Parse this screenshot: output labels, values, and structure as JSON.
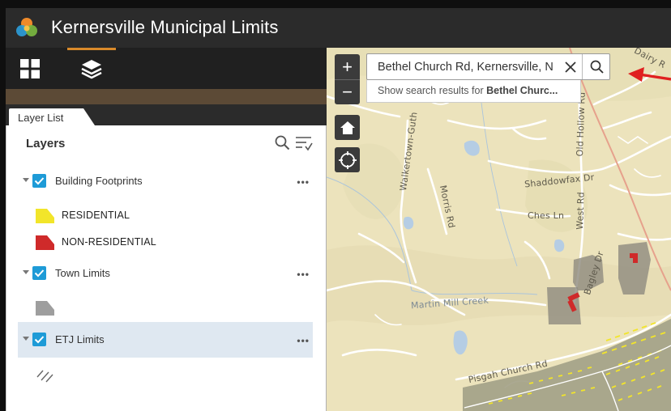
{
  "header": {
    "title": "Kernersville Municipal Limits"
  },
  "panel": {
    "tab_label": "Layer List",
    "heading": "Layers"
  },
  "layers": [
    {
      "label": "Building Footprints",
      "checked": true
    },
    {
      "label": "Town Limits",
      "checked": true
    },
    {
      "label": "ETJ Limits",
      "checked": true,
      "selected": true
    }
  ],
  "legend": {
    "residential": {
      "label": "RESIDENTIAL",
      "color": "#f2e52a"
    },
    "non_residential": {
      "label": "NON-RESIDENTIAL",
      "color": "#cf2a2a"
    },
    "town_limits_color": "#9e9e9e"
  },
  "search": {
    "value": "Bethel Church Rd, Kernersville, N",
    "suggestion_prefix": "Show search results for ",
    "suggestion_term": "Bethel Churc..."
  },
  "map": {
    "zoom_in": "+",
    "zoom_out": "−",
    "labels": {
      "dairy": "Dairy R",
      "walkertown": "Walkertown-Guth",
      "old_hollow": "Old Hollow Rd",
      "morris": "Morris Rd",
      "shaddowfax": "Shaddowfax Dr",
      "ches": "Ches Ln",
      "west": "West Rd",
      "bagley": "Bagley Dr",
      "martin_mill": "Martin Mill Creek",
      "pisgah": "Pisgah Church Rd"
    }
  },
  "colors": {
    "accent": "#d98a2a",
    "checkbox": "#1e9bd7",
    "arrow": "#e02020"
  }
}
